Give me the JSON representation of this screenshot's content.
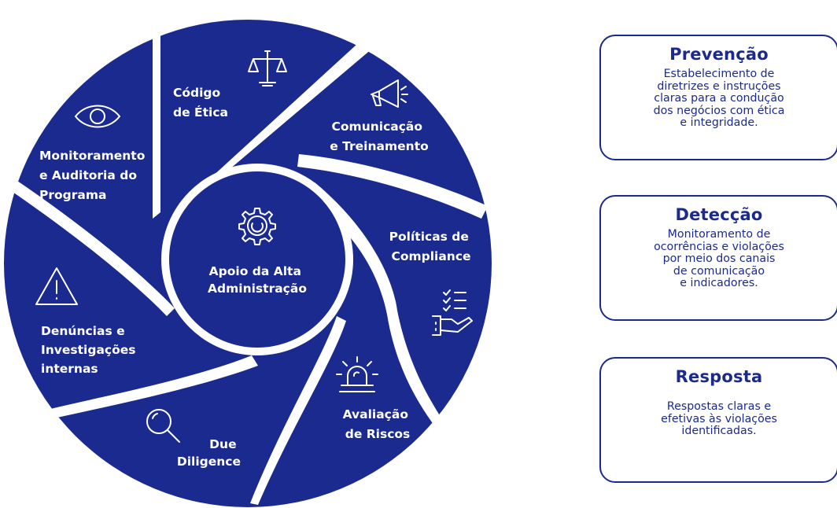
{
  "colors": {
    "primary": "#1b2a8f",
    "background": "#ffffff",
    "text_light": "#ffffff"
  },
  "wheel": {
    "center": {
      "label_lines": [
        "Apoio da Alta",
        "Administração"
      ],
      "icon": "gear-icon"
    },
    "segments": [
      {
        "id": "codigo",
        "label_lines": [
          "Código",
          "de Ética"
        ],
        "icon": "scales-icon"
      },
      {
        "id": "comunicacao",
        "label_lines": [
          "Comunicação",
          "e Treinamento"
        ],
        "icon": "megaphone-icon"
      },
      {
        "id": "politicas",
        "label_lines": [
          "Políticas de",
          "Compliance"
        ],
        "icon": "checklist-hand-icon"
      },
      {
        "id": "riscos",
        "label_lines": [
          "Avaliação",
          "de Riscos"
        ],
        "icon": "alarm-light-icon"
      },
      {
        "id": "due",
        "label_lines": [
          "Due",
          "Diligence"
        ],
        "icon": "magnifier-icon"
      },
      {
        "id": "denuncias",
        "label_lines": [
          "Denúncias e",
          "Investigações",
          "internas"
        ],
        "icon": "warning-icon"
      },
      {
        "id": "monitoramento",
        "label_lines": [
          "Monitoramento",
          "e Auditoria do",
          "Programa"
        ],
        "icon": "eye-icon"
      }
    ]
  },
  "cards": [
    {
      "title": "Prevenção",
      "text": "Estabelecimento de\ndiretrizes e instruções\nclaras para a condução\ndos negócios com ética\ne integridade."
    },
    {
      "title": "Detecção",
      "text": "Monitoramento de\nocorrências e violações\npor meio dos canais\nde comunicação\ne indicadores."
    },
    {
      "title": "Resposta",
      "text": "Respostas claras e\nefetivas às violações\nidentificadas."
    }
  ]
}
